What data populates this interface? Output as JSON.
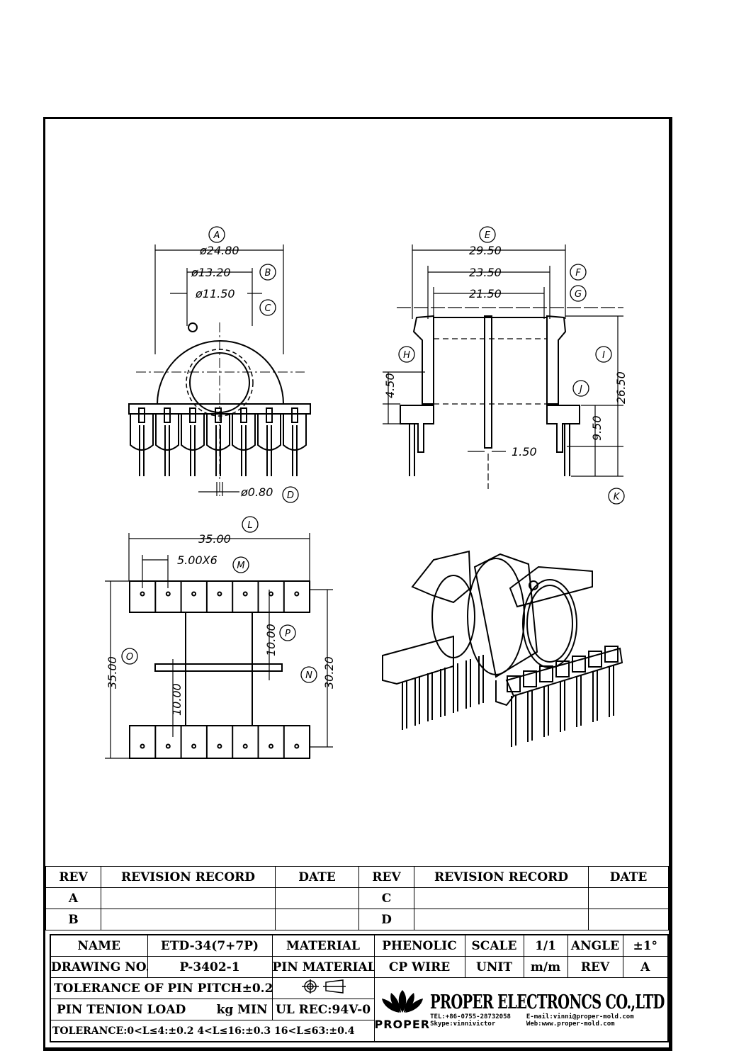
{
  "drawing": {
    "top_view": {
      "dim_A": "ø24.80",
      "dim_B": "ø13.20",
      "dim_C": "ø11.50",
      "dim_D": "ø0.80",
      "labels": [
        "A",
        "B",
        "C",
        "D"
      ]
    },
    "side_view": {
      "dim_E": "29.50",
      "dim_F": "23.50",
      "dim_G": "21.50",
      "dim_H": "4.50",
      "dim_I": "26.50",
      "dim_J": "9.50",
      "dim_K": "1.50",
      "labels": [
        "E",
        "F",
        "G",
        "H",
        "I",
        "J",
        "K"
      ]
    },
    "bottom_view": {
      "dim_L": "35.00",
      "dim_M": "5.00X6",
      "dim_O": "35.00",
      "dim_P": "10.00",
      "dim_P2": "10.00",
      "dim_N": "30.20",
      "labels": [
        "L",
        "M",
        "N",
        "O",
        "P"
      ]
    }
  },
  "revision_table": {
    "headers": [
      "REV",
      "REVISION RECORD",
      "DATE",
      "REV",
      "REVISION RECORD",
      "DATE"
    ],
    "rows": [
      {
        "rev_left": "A",
        "rev_right": "C"
      },
      {
        "rev_left": "B",
        "rev_right": "D"
      }
    ]
  },
  "title_block": {
    "name_label": "NAME",
    "name_value": "ETD-34(7+7P)",
    "material_label": "MATERIAL",
    "material_value": "PHENOLIC",
    "scale_label": "SCALE",
    "scale_value": "1/1",
    "angle_label": "ANGLE",
    "angle_value": "±1°",
    "drawing_no_label": "DRAWING NO.",
    "drawing_no_value": "P-3402-1",
    "pin_material_label": "PIN MATERIAL",
    "pin_material_value": "CP WIRE",
    "unit_label": "UNIT",
    "unit_value": "m/m",
    "rev_label": "REV",
    "rev_value": "A",
    "tolerance_pin_pitch": "TOLERANCE OF PIN PITCH±0.20",
    "pin_tension_load": "PIN TENION LOAD",
    "pin_tension_unit": "kg MIN",
    "ul_rec": "UL REC:94V-0",
    "tolerance_general": "TOLERANCE:0<L≤4:±0.2  4<L≤16:±0.3  16<L≤63:±0.4",
    "company_name": "PROPER ELECTRONCS CO.,LTD",
    "logo_text": "PROPER",
    "tel": "TEL:+86-0755-28732058",
    "email": "E-mail:vinni@proper-mold.com",
    "skype": "Skype:vinnivictor",
    "web": "Web:www.proper-mold.com"
  }
}
